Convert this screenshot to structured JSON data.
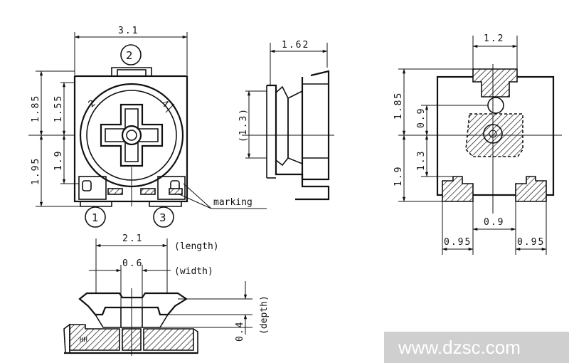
{
  "dimensions": {
    "top_width": "3.1",
    "left_outer_upper": "1.85",
    "left_outer_lower": "1.95",
    "left_inner_upper": "1.55",
    "left_inner_lower": "1.9",
    "side_width": "1.62",
    "side_height": "(1.3)",
    "back_width": "1.2",
    "back_upper": "1.85",
    "back_lower": "1.9",
    "back_inner_upper": "0.9",
    "back_inner_lower": "1.3",
    "pad_gap": "0.9",
    "pad_left": "0.95",
    "pad_right": "0.95",
    "slot_length": "2.1",
    "slot_width": "0.6",
    "slot_depth": "0.4"
  },
  "labels": {
    "marking": "marking",
    "length": "(length)",
    "width": "(width)",
    "depth": "(depth)",
    "terminal_1": "①",
    "terminal_2": "②",
    "terminal_3": "③",
    "dial_mark_2": "2",
    "dial_mark_4": "4"
  },
  "watermark": "www.dzsc.com"
}
